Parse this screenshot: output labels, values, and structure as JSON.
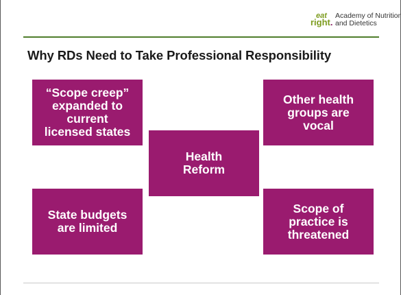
{
  "logo": {
    "mark_top": "eat",
    "mark_bottom": "right",
    "mark_dot": ".",
    "text_line1": "Academy of Nutrition",
    "text_line2": "and Dietetics"
  },
  "slide": {
    "title": "Why RDs Need to Take Professional Responsibility"
  },
  "boxes": {
    "scope_creep": "“Scope creep”\nexpanded to\ncurrent\nlicensed states",
    "other_groups": "Other health\ngroups are\nvocal",
    "health_reform": "Health\nReform",
    "state_budgets": "State budgets\nare limited",
    "scope_threatened": "Scope of\npractice is\nthreatened"
  },
  "colors": {
    "box_fill": "#9a1b6f",
    "rule_green": "#4e7d2b",
    "logo_green": "#7d9c1f"
  }
}
